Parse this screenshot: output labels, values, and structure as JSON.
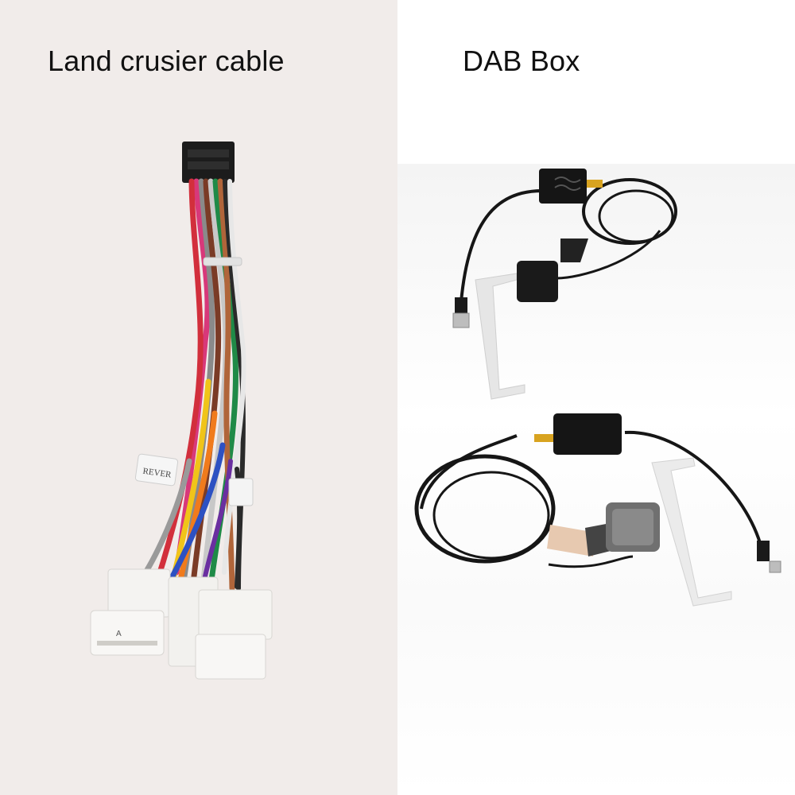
{
  "left_panel": {
    "caption": "Land crusier cable",
    "photo": "wiring-harness-photo",
    "label_tag_text": "REVER",
    "connector_label_text": "A"
  },
  "right_panel": {
    "caption": "DAB Box",
    "photo": "dab-antenna-box-photo"
  },
  "colors": {
    "left_background": "#f1ecea",
    "right_background": "#ffffff",
    "caption_text": "#111111"
  }
}
